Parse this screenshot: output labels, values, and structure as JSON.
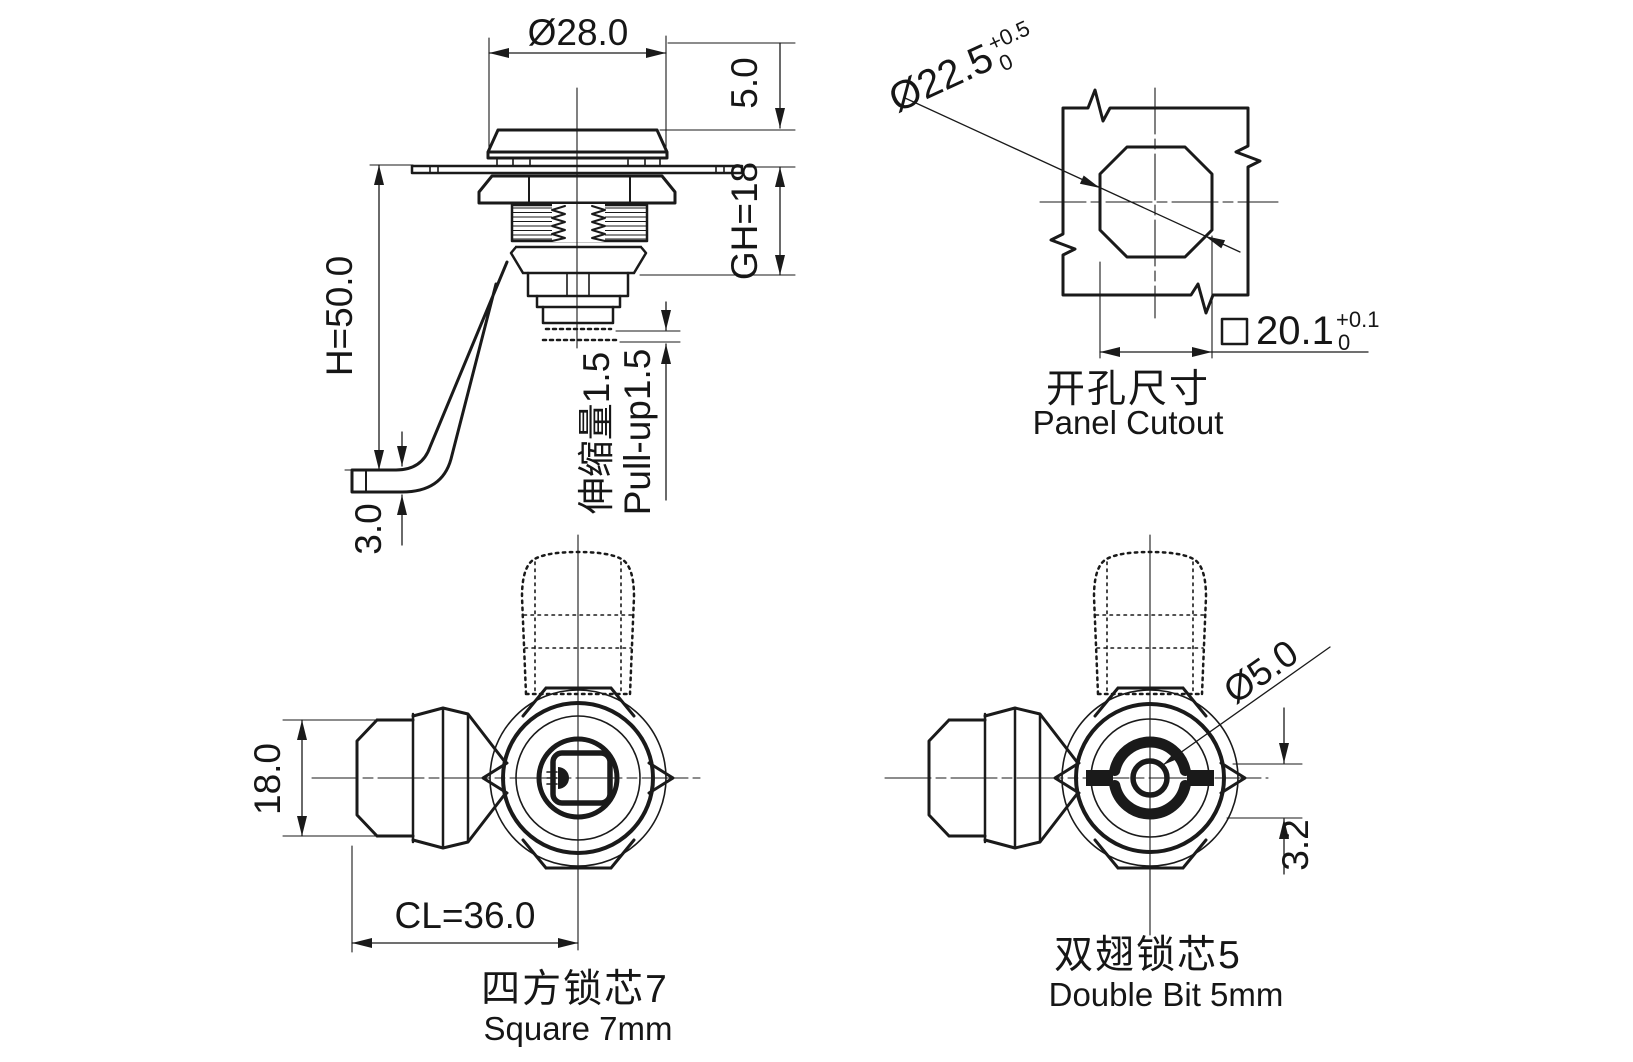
{
  "views": {
    "side": {
      "cap_diameter": "Ø28.0",
      "head_height": "5.0",
      "grip_height": "GH=18",
      "total_height": "H=50.0",
      "cam_thickness": "3.0",
      "pullup_cn": "伸缩量1.5",
      "pullup_en": "Pull-up1.5"
    },
    "cutout": {
      "hole_diameter": "Ø22.5",
      "hole_tol_upper": "+0.5",
      "hole_tol_lower": "0",
      "square_size": "20.1",
      "square_tol_upper": "+0.1",
      "square_tol_lower": "0",
      "title_cn": "开孔尺寸",
      "title_en": "Panel Cutout"
    },
    "square_core": {
      "cam_height": "18.0",
      "cam_length": "CL=36.0",
      "title_cn": "四方锁芯7",
      "title_en": "Square 7mm"
    },
    "double_bit": {
      "pin_diameter": "Ø5.0",
      "bit_offset": "3.2",
      "title_cn": "双翅锁芯5",
      "title_en": "Double Bit 5mm"
    }
  }
}
